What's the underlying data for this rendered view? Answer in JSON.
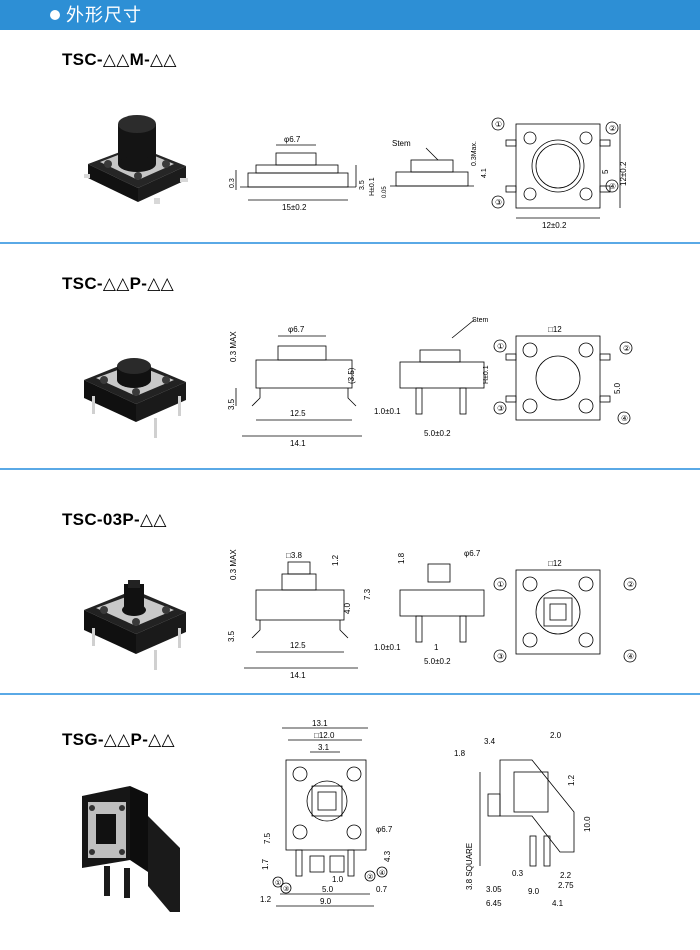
{
  "header": {
    "title": "外形尺寸"
  },
  "sections": [
    {
      "model": "TSC-△△M-△△",
      "labels": [
        "φ6.7",
        "0.3",
        "15±0.2",
        "3.5",
        "H±0.1",
        "Stem",
        "0.05",
        "0.3Max.",
        "4.1",
        "①",
        "②",
        "③",
        "④",
        "5",
        "12±0.2",
        "12±0.2"
      ]
    },
    {
      "model": "TSC-△△P-△△",
      "labels": [
        "0.3 MAX",
        "φ6.7",
        "3.5",
        "(3.5)",
        "12.5",
        "14.1",
        "Stem",
        "H±0.1",
        "1.0±0.1",
        "5.0±0.2",
        "□12",
        "①",
        "②",
        "③",
        "④",
        "5.0"
      ]
    },
    {
      "model": "TSC-03P-△△",
      "labels": [
        "0.3 MAX",
        "□3.8",
        "1.2",
        "4.0",
        "7.3",
        "3.5",
        "12.5",
        "14.1",
        "1.8",
        "φ6.7",
        "1.0±0.1",
        "1",
        "5.0±0.2",
        "□12",
        "①",
        "②",
        "③",
        "④"
      ]
    },
    {
      "model": "TSG-△△P-△△",
      "labels": [
        "13.1",
        "□12.0",
        "3.1",
        "7.5",
        "φ6.7",
        "1.7",
        "4.3",
        "1.0",
        "5.0",
        "0.7",
        "1.2",
        "9.0",
        "①",
        "②",
        "③",
        "④",
        "3.4",
        "2.0",
        "1.8",
        "1.2",
        "10.0",
        "3.8 SQUARE",
        "0.3",
        "2.2",
        "2.75",
        "3.05",
        "9.0",
        "6.45",
        "4.1"
      ]
    }
  ]
}
